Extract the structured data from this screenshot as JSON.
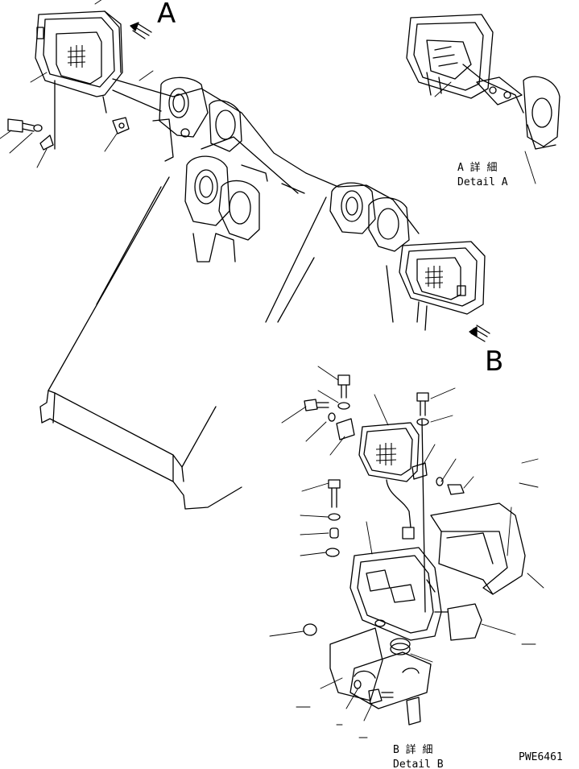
{
  "view_labels": {
    "arrow_a": "A",
    "arrow_b": "B"
  },
  "detail_a": {
    "jp": "A 詳 細",
    "en": "Detail A"
  },
  "detail_b": {
    "jp": "B 詳 細",
    "en": "Detail B"
  },
  "drawing_code": "PWE6461"
}
